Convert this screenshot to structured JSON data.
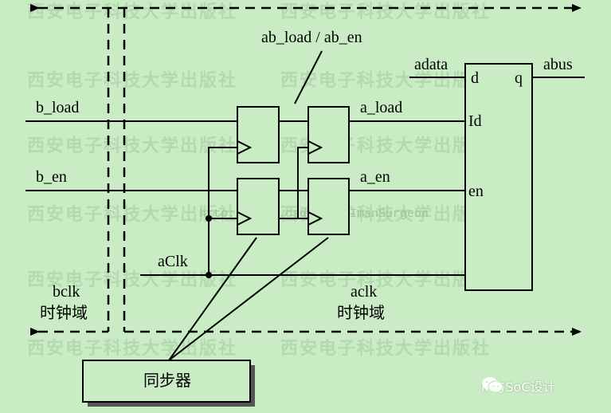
{
  "labels": {
    "ab_load_ab_en": "ab_load / ab_en",
    "b_load": "b_load",
    "b_en": "b_en",
    "a_load": "a_load",
    "a_en": "a_en",
    "adata": "adata",
    "abus": "abus",
    "aClk": "aClk",
    "port_d": "d",
    "port_q": "q",
    "port_ld": "Id",
    "port_en": "en",
    "bclk": "bclk",
    "bclk_domain": "时钟域",
    "aclk": "aclk",
    "aclk_domain": "时钟域",
    "synchronizer": "同步器"
  },
  "watermark": {
    "text": "西安电子科技大学出版社",
    "url": "http://blog.csdn.net/ImanSurgeon"
  },
  "badge": {
    "icon": "wechat-icon",
    "text": "IP与SoC设计"
  },
  "colors": {
    "background": "#c9ecc4",
    "box_fill": "#c9ecc4",
    "line": "#000000"
  }
}
